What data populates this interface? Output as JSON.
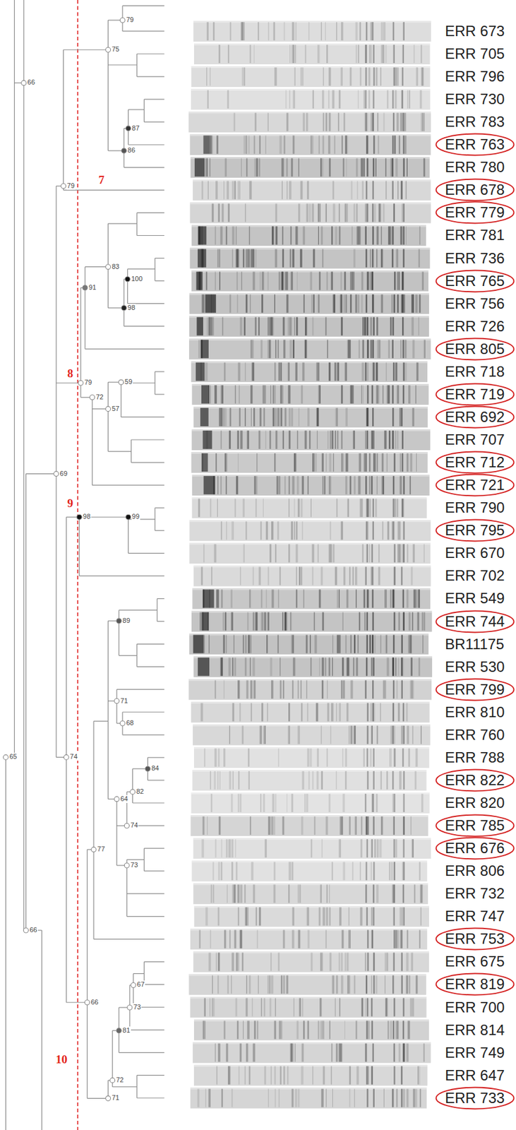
{
  "diagram": {
    "nodes": [
      {
        "text": [
          "ERR 763"
        ]
      },
      {
        "text": [
          "ERR 678"
        ]
      },
      {
        "text": [
          "ERR 779"
        ]
      },
      {
        "text": [
          "ERR 765"
        ]
      },
      {
        "text": [
          "ERR 805"
        ]
      },
      {
        "text": [
          "ERR 719"
        ]
      },
      {
        "text": [
          "ERR 692"
        ]
      },
      {
        "text": [
          "ERR 712"
        ]
      },
      {
        "text": [
          "ERR 721"
        ]
      },
      {
        "text": [
          "ERR 795"
        ]
      },
      {
        "text": [
          "ERR 744"
        ]
      },
      {
        "text": [
          "ERR 799"
        ]
      },
      {
        "text": [
          "ERR 822"
        ]
      },
      {
        "text": [
          "ERR 785"
        ]
      },
      {
        "text": [
          "ERR 676"
        ]
      },
      {
        "text": [
          "ERR 753"
        ]
      },
      {
        "text": [
          "ERR 819"
        ]
      },
      {
        "text": [
          "ERR 733"
        ]
      }
    ],
    "labels": [
      "ERR 673",
      "ERR 705",
      "ERR 796",
      "ERR 730",
      "ERR 783",
      "ERR 780",
      "ERR 781",
      "ERR 736",
      "ERR 756",
      "ERR 726",
      "ERR 718",
      "ERR 707",
      "ERR 790",
      "ERR 670",
      "ERR 702",
      "ERR 549",
      "BR11175",
      "ERR 530",
      "ERR 810",
      "ERR 760",
      "ERR 788",
      "ERR 820",
      "ERR 806",
      "ERR 732",
      "ERR 747",
      "ERR 675",
      "ERR 700",
      "ERR 814",
      "ERR 749",
      "ERR 647",
      "7",
      "8",
      "9",
      "10",
      "79",
      "66",
      "75",
      "87",
      "86",
      "79",
      "83",
      "100",
      "98",
      "91",
      "79",
      "59",
      "57",
      "72",
      "69",
      "99",
      "98",
      "89",
      "71",
      "68",
      "65",
      "74",
      "84",
      "82",
      "64",
      "74",
      "77",
      "73",
      "66",
      "66",
      "67",
      "73",
      "81",
      "72",
      "71"
    ]
  }
}
